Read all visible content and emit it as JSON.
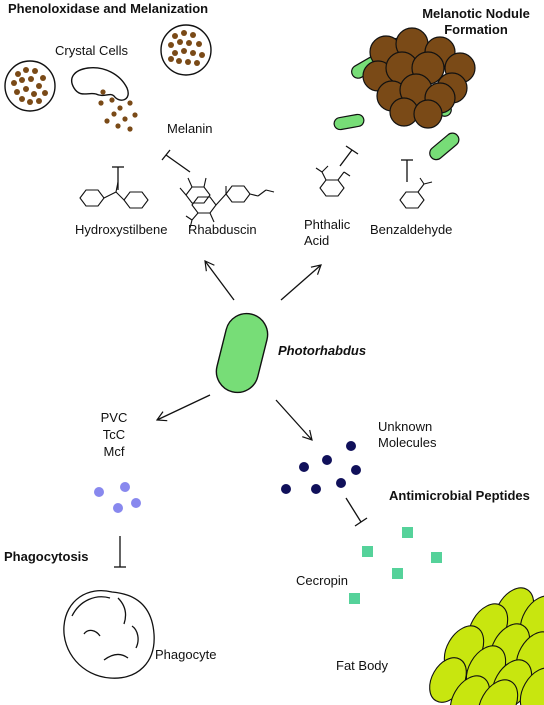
{
  "sections": {
    "phenoloxidase": "Phenoloxidase and Melanization",
    "nodule_line1": "Melanotic Nodule",
    "nodule_line2": "Formation",
    "antimicrobial": "Antimicrobial Peptides",
    "phagocytosis": "Phagocytosis"
  },
  "labels": {
    "crystal_cells": "Crystal Cells",
    "melanin": "Melanin",
    "hydroxystilbene": "Hydroxystilbene",
    "rhabduscin": "Rhabduscin",
    "phthalic_line1": "Phthalic",
    "phthalic_line2": "Acid",
    "benzaldehyde": "Benzaldehyde",
    "photorhabdus": "Photorhabdus",
    "pvc": "PVC",
    "tcc": "TcC",
    "mcf": "Mcf",
    "unknown_line1": "Unknown",
    "unknown_line2": "Molecules",
    "cecropin": "Cecropin",
    "phagocyte": "Phagocyte",
    "fat_body": "Fat Body"
  },
  "colors": {
    "bacterium": "#77dd77",
    "melanin": "#7a4a17",
    "nodule": "#7a4a17",
    "toxin_dots": "#8888ee",
    "unknown_dots": "#10105a",
    "cecropin": "#55d29a",
    "fat_body": "#c8e60f"
  }
}
